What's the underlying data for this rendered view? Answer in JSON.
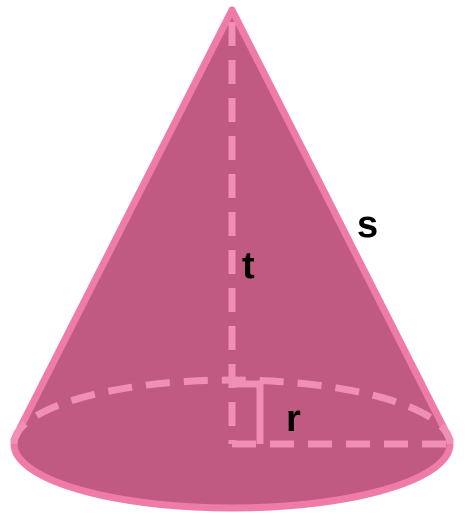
{
  "figure": {
    "shape": "right circular cone",
    "labels": {
      "height": "t",
      "radius": "r",
      "slant": "s"
    },
    "colors": {
      "fill": "#C05A80",
      "outline": "#EE7BA8",
      "dashed": "#F08FB4"
    }
  }
}
